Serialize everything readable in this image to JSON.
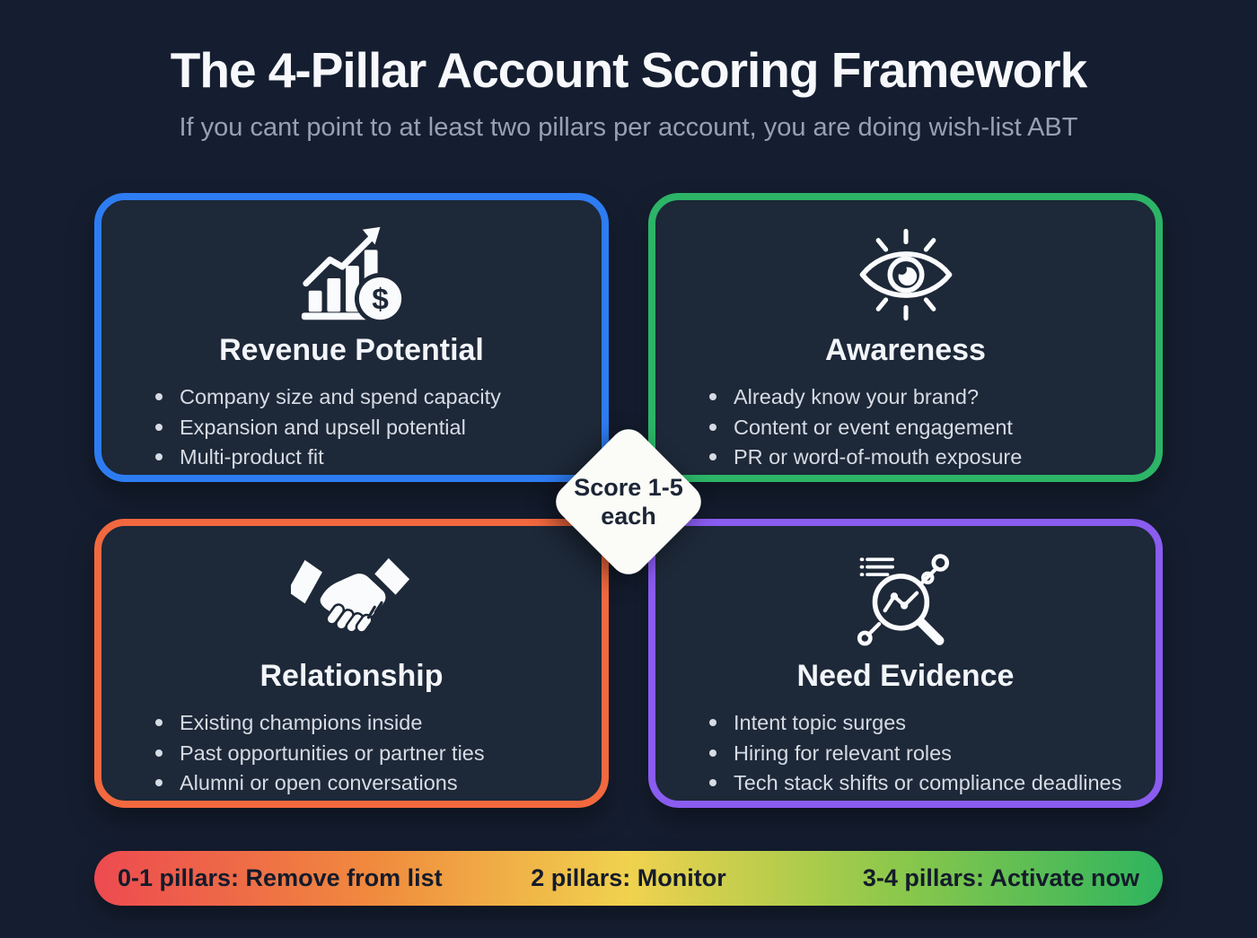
{
  "page": {
    "title": "The 4-Pillar Account Scoring Framework",
    "subtitle": "If you cant point to at least two pillars per account, you are doing wish-list ABT"
  },
  "center_badge": {
    "line1": "Score 1-5",
    "line2": "each"
  },
  "pillars": [
    {
      "id": "revenue-potential",
      "title": "Revenue Potential",
      "icon": "bar-chart-growth-dollar-icon",
      "accent": "#2E7CF2",
      "bullets": [
        "Company size and spend capacity",
        "Expansion and upsell potential",
        "Multi-product fit"
      ]
    },
    {
      "id": "awareness",
      "title": "Awareness",
      "icon": "eye-icon",
      "accent": "#2CB467",
      "bullets": [
        "Already know your brand?",
        "Content or event engagement",
        "PR or word-of-mouth exposure"
      ]
    },
    {
      "id": "relationship",
      "title": "Relationship",
      "icon": "handshake-icon",
      "accent": "#F2683F",
      "bullets": [
        "Existing champions inside",
        "Past opportunities or partner ties",
        "Alumni or open conversations"
      ]
    },
    {
      "id": "need-evidence",
      "title": "Need Evidence",
      "icon": "magnifier-analytics-icon",
      "accent": "#8A5CF0",
      "bullets": [
        "Intent topic surges",
        "Hiring for relevant roles",
        "Tech stack shifts or compliance deadlines"
      ]
    }
  ],
  "legend": {
    "items": [
      {
        "label": "0-1 pillars: Remove from list"
      },
      {
        "label": "2 pillars: Monitor"
      },
      {
        "label": "3-4 pillars: Activate now"
      }
    ],
    "gradient": [
      "#ED4A50 0%",
      "#F08A3E 26%",
      "#F0D24E 50%",
      "#8CC84B 75%",
      "#2FB45E 100%"
    ]
  },
  "colors": {
    "background": "#151E30",
    "card_fill": "#1D2838",
    "title_text": "#F7F8FB",
    "subtitle_text": "#97A1B3",
    "bullet_text": "#D6DBE4",
    "diamond_bg": "#FBFBF8",
    "diamond_text": "#1B2535",
    "legend_text": "#141B2B",
    "accent_blue": "#2E7CF2",
    "accent_green": "#2CB467",
    "accent_orange": "#F2683F",
    "accent_purple": "#8A5CF0"
  }
}
